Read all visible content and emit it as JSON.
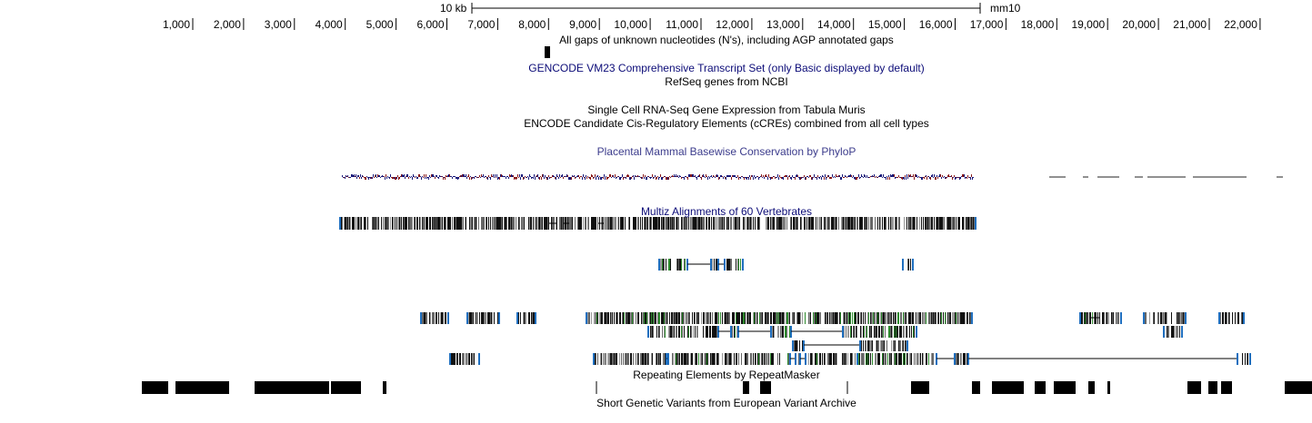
{
  "scale": {
    "label_left": "10 kb",
    "label_right": "mm10"
  },
  "ruler": {
    "ticks": [
      "1,000",
      "2,000",
      "3,000",
      "4,000",
      "5,000",
      "6,000",
      "7,000",
      "8,000",
      "9,000",
      "10,000",
      "11,000",
      "12,000",
      "13,000",
      "14,000",
      "15,000",
      "16,000",
      "17,000",
      "18,000",
      "19,000",
      "20,000",
      "21,000",
      "22,000"
    ]
  },
  "tracks": {
    "gap": "All gaps of unknown nucleotides (N's), including AGP annotated gaps",
    "gencode": "GENCODE VM23 Comprehensive Transcript Set (only Basic displayed by default)",
    "refseq": "RefSeq genes from NCBI",
    "tabula": "Single Cell RNA-Seq Gene Expression from Tabula Muris",
    "encode": "ENCODE Candidate Cis-Regulatory Elements (cCREs) combined from all cell types",
    "phylop": "Placental Mammal Basewise Conservation by PhyloP",
    "multiz": "Multiz Alignments of 60 Vertebrates",
    "repeatmasker": "Repeating Elements by RepeatMasker",
    "eva": "Short Genetic Variants from European Variant Archive"
  },
  "colors": {
    "track_blue": "#0c0c78",
    "edge_blue": "#1f6fbf",
    "green": "#2e8b2e",
    "black": "#000000"
  }
}
